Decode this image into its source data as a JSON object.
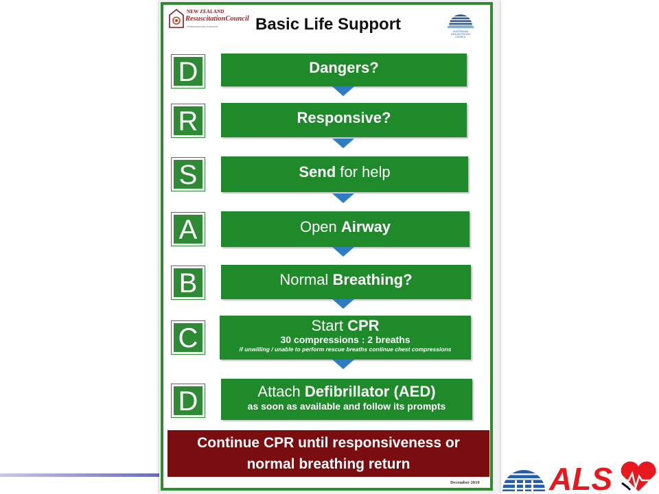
{
  "poster": {
    "title": "Basic Life Support",
    "nz_logo": {
      "line1": "NEW ZEALAND",
      "line2": "ResuscitationCouncil",
      "line3": "Whakahaumaru Aotearoa"
    },
    "arc_logo": {
      "caption_1": "AUSTRALIAN",
      "caption_2": "RESUSCITATION",
      "caption_3": "COUNCIL"
    },
    "steps": [
      {
        "letter": "D",
        "pre": "",
        "bold": "Dangers?",
        "post": ""
      },
      {
        "letter": "R",
        "pre": "",
        "bold": "Responsive?",
        "post": ""
      },
      {
        "letter": "S",
        "pre": "",
        "bold": "Send",
        "post": " for help"
      },
      {
        "letter": "A",
        "pre": "Open ",
        "bold": "Airway",
        "post": ""
      },
      {
        "letter": "B",
        "pre": "Normal ",
        "bold": "Breathing?",
        "post": ""
      },
      {
        "letter": "C",
        "pre": "Start ",
        "bold": "CPR",
        "post": "",
        "sub": "30 compressions : 2 breaths",
        "tiny": "if unwilling / unable to perform rescue breaths continue chest compressions"
      },
      {
        "letter": "D",
        "pre": "Attach ",
        "bold": "Defibrillator (AED)",
        "post": "",
        "sub": "as soon as available and follow its prompts"
      }
    ],
    "final_line1": "Continue CPR until responsiveness or",
    "final_line2": "normal breathing return",
    "date": "December 2010"
  },
  "brand": {
    "text": "ALS",
    "colors": {
      "red": "#e8181f",
      "blue": "#1f5fb0",
      "black": "#111111"
    }
  },
  "colors": {
    "step_green": "#1e8a2a",
    "border_green": "#2e8b2e",
    "arrow_blue": "#2e7cc4",
    "final_red": "#7a0d10"
  }
}
